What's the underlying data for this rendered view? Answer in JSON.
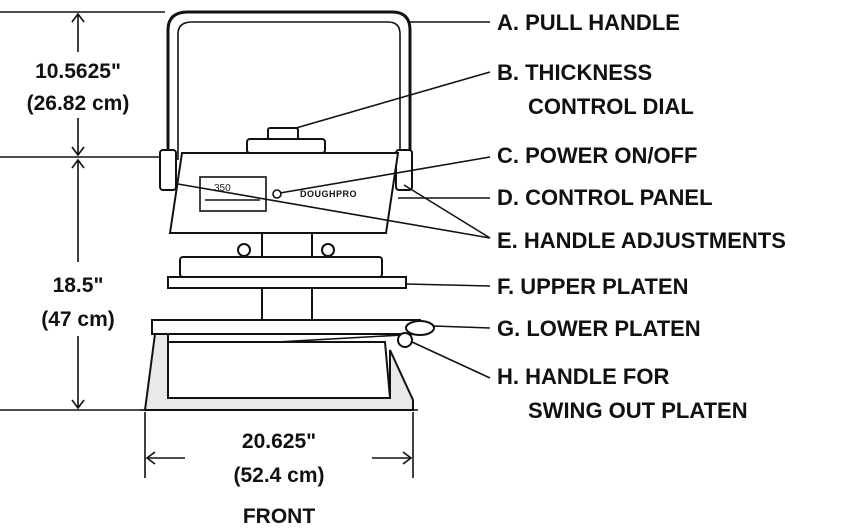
{
  "labels": {
    "a": "A. PULL HANDLE",
    "b1": "B. THICKNESS",
    "b2": "CONTROL DIAL",
    "c": "C. POWER ON/OFF",
    "d": "D. CONTROL PANEL",
    "e": "E.  HANDLE ADJUSTMENTS",
    "f": "F.  UPPER PLATEN",
    "g": "G. LOWER PLATEN",
    "h1": "H. HANDLE FOR",
    "h2": "SWING OUT PLATEN"
  },
  "dimensions": {
    "top_in": "10.5625\"",
    "top_cm": "(26.82 cm)",
    "mid_in": "18.5\"",
    "mid_cm": "(47 cm)",
    "width_in": "20.625\"",
    "width_cm": "(52.4 cm)",
    "view": "FRONT"
  },
  "panel": {
    "display": "350",
    "brand": "DOUGHPRO"
  }
}
